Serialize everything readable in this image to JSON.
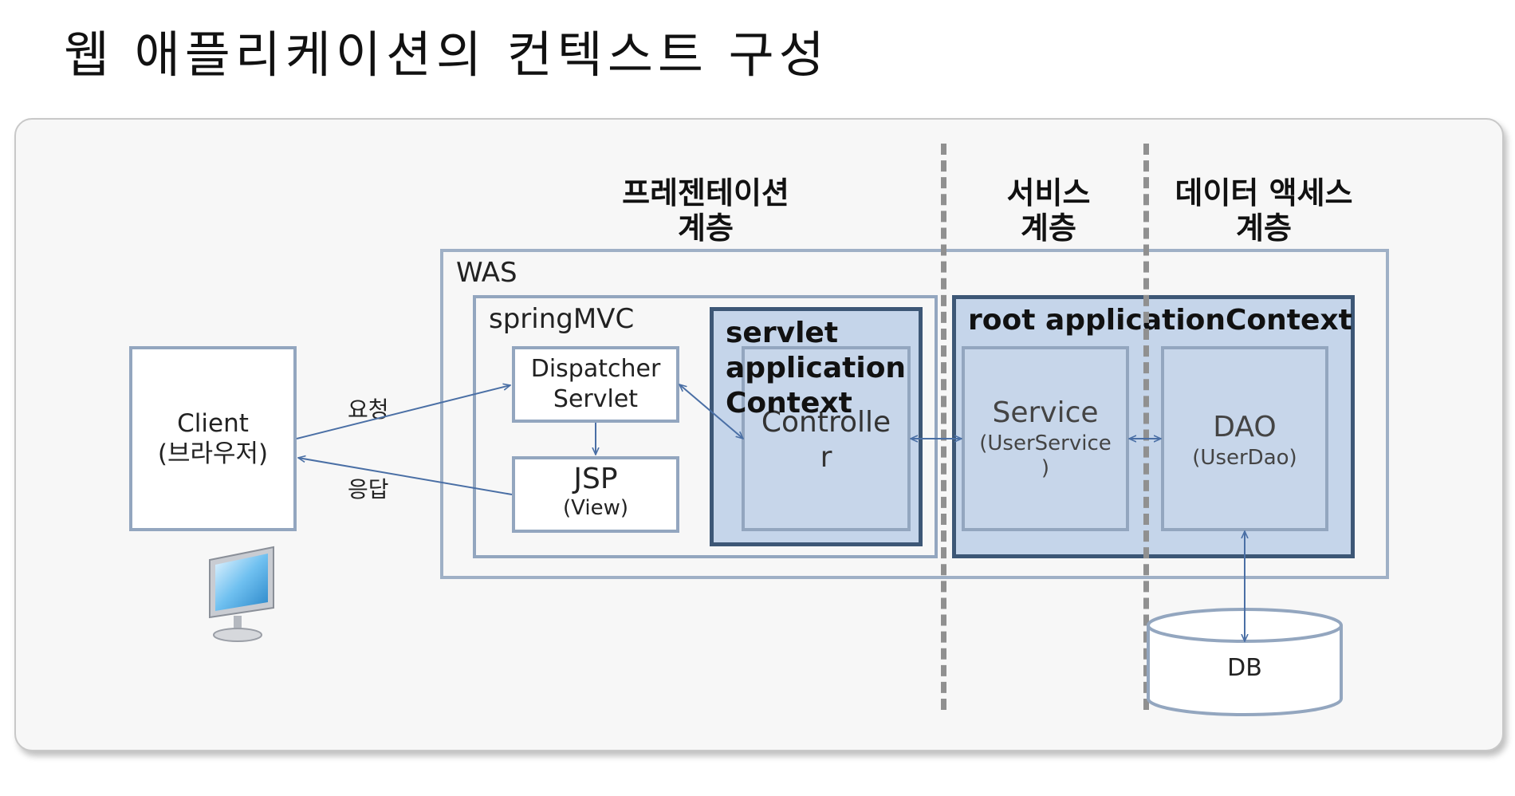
{
  "title": "웹 애플리케이션의 컨텍스트 구성",
  "layers": {
    "presentation": [
      "프레젠테이션",
      "계층"
    ],
    "service": [
      "서비스",
      "계층"
    ],
    "data_access": [
      "데이터 액세스",
      "계층"
    ]
  },
  "containers": {
    "was": "WAS",
    "spring_mvc": "springMVC",
    "servlet_context": [
      "servlet",
      "application",
      "Context"
    ],
    "root_context": "root applicationContext"
  },
  "components": {
    "client": [
      "Client",
      "(브라우저)"
    ],
    "dispatcher": [
      "Dispatcher",
      "Servlet"
    ],
    "jsp": [
      "JSP",
      "(View)"
    ],
    "controller": [
      "Controlle",
      "r"
    ],
    "service": [
      "Service",
      "(UserService",
      ")"
    ],
    "dao": [
      "DAO",
      "(UserDao)"
    ],
    "db": "DB"
  },
  "arrows": {
    "request": "요청",
    "response": "응답"
  },
  "colors": {
    "context_fill": "#c5d5ea",
    "context_border": "#3d5776",
    "box_border": "#93a6bf",
    "arrow": "#4a6fa5",
    "dash": "#909090"
  },
  "icons": [
    "monitor-icon"
  ]
}
